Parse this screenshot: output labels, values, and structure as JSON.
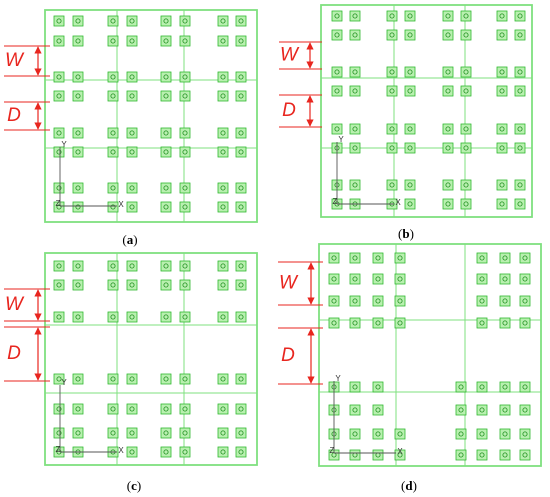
{
  "colors": {
    "frame": "#7fe07f",
    "grid": "#7fe07f",
    "pad_fill": "#b9f0b0",
    "pad_edge": "#2fb82f",
    "dimension": "#e8261f",
    "axes": "#555555"
  },
  "labels": {
    "width_symbol": "W",
    "spacing_symbol": "D",
    "axis_y": "Y",
    "axis_x": "X",
    "axis_z": "Z"
  },
  "panels": [
    {
      "id": "a",
      "caption": "a"
    },
    {
      "id": "b",
      "caption": "b"
    },
    {
      "id": "c",
      "caption": "c"
    },
    {
      "id": "d",
      "caption": "d"
    }
  ]
}
